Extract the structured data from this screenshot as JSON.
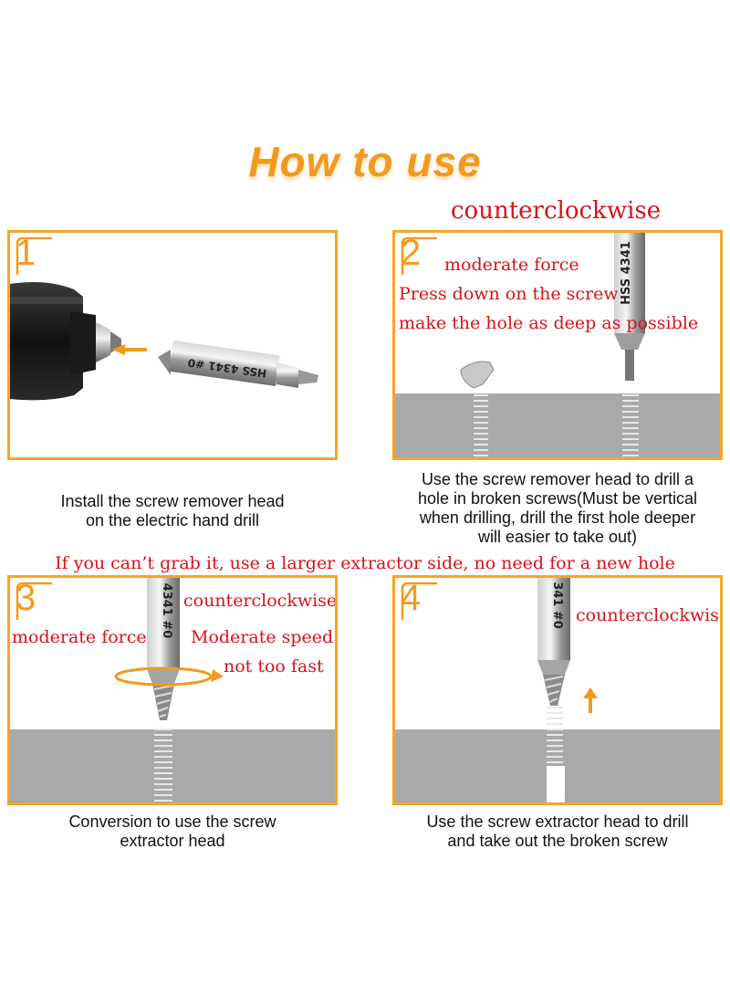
{
  "title": "How to use",
  "colors": {
    "accent": "#f39a1c",
    "annotation": "#d8121a",
    "ground": "#a9a9a9"
  },
  "step1": {
    "number": "1",
    "bit_label": "HSS 4341 #0",
    "caption_line1": "Install the screw remover head",
    "caption_line2": "on the electric hand drill"
  },
  "step2": {
    "number": "2",
    "top_note": "counterclockwise",
    "notes": [
      "moderate force",
      "Press down on the screw",
      "make the hole as deep as possible"
    ],
    "bit_label": "HSS 4341",
    "caption_lines": [
      "Use the screw remover head to drill a",
      "hole in broken screws(Must be vertical",
      "when drilling, drill the first hole deeper",
      "will easier to take out)"
    ]
  },
  "middle_note": "If you can’t grab it, use a larger extractor side, no need for a new hole",
  "step3": {
    "number": "3",
    "bit_label": "4341 #0",
    "notes": {
      "direction": "counterclockwise",
      "force": "moderate force",
      "speed": "Moderate speed",
      "speed2": "not too fast"
    },
    "caption_line1": "Conversion to use the screw",
    "caption_line2": "extractor head"
  },
  "step4": {
    "number": "4",
    "bit_label": "341 #0",
    "note": "counterclockwise",
    "caption_line1": "Use the screw extractor head to drill",
    "caption_line2": "and take out the broken screw"
  }
}
